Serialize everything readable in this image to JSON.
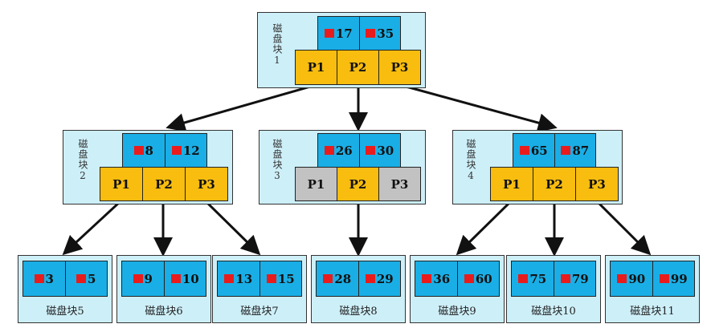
{
  "colors": {
    "block_bg": "#cdeff8",
    "key": "#1aaee6",
    "pointer": "#f8bd0e",
    "pointer_unused": "#c2c2c2",
    "marker": "#e81c1c"
  },
  "internal_nodes": [
    {
      "label": "磁盘块1",
      "keys": [
        "17",
        "35"
      ],
      "pointers": [
        {
          "label": "P1",
          "used": true
        },
        {
          "label": "P2",
          "used": true
        },
        {
          "label": "P3",
          "used": true
        }
      ]
    },
    {
      "label": "磁盘块2",
      "keys": [
        "8",
        "12"
      ],
      "pointers": [
        {
          "label": "P1",
          "used": true
        },
        {
          "label": "P2",
          "used": true
        },
        {
          "label": "P3",
          "used": true
        }
      ]
    },
    {
      "label": "磁盘块3",
      "keys": [
        "26",
        "30"
      ],
      "pointers": [
        {
          "label": "P1",
          "used": false
        },
        {
          "label": "P2",
          "used": true
        },
        {
          "label": "P3",
          "used": false
        }
      ]
    },
    {
      "label": "磁盘块4",
      "keys": [
        "65",
        "87"
      ],
      "pointers": [
        {
          "label": "P1",
          "used": true
        },
        {
          "label": "P2",
          "used": true
        },
        {
          "label": "P3",
          "used": true
        }
      ]
    }
  ],
  "leaf_nodes": [
    {
      "label": "磁盘块5",
      "keys": [
        "3",
        "5"
      ]
    },
    {
      "label": "磁盘块6",
      "keys": [
        "9",
        "10"
      ]
    },
    {
      "label": "磁盘块7",
      "keys": [
        "13",
        "15"
      ]
    },
    {
      "label": "磁盘块8",
      "keys": [
        "28",
        "29"
      ]
    },
    {
      "label": "磁盘块9",
      "keys": [
        "36",
        "60"
      ]
    },
    {
      "label": "磁盘块10",
      "keys": [
        "75",
        "79"
      ]
    },
    {
      "label": "磁盘块11",
      "keys": [
        "90",
        "99"
      ]
    }
  ]
}
